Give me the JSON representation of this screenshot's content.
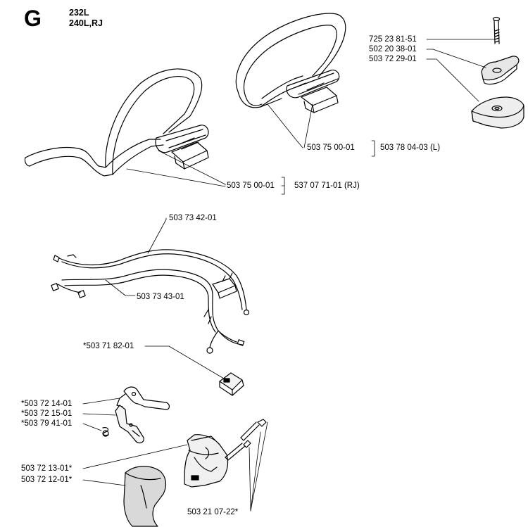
{
  "header": {
    "section_letter": "G",
    "models": [
      "232L",
      "240L,RJ"
    ]
  },
  "parts": {
    "handle_rj_part": "503 75 00-01",
    "handle_rj_assembly": "537 07 71-01 (RJ)",
    "handle_l_part": "503 75 00-01",
    "handle_l_assembly": "503 78 04-03 (L)",
    "screw": "725 23 81-51",
    "wing_nut": "502 20 38-01",
    "clamp_plate": "503 72 29-01",
    "cable_upper": "503 73 42-01",
    "cable_lower": "503 73 43-01",
    "switch": "*503 71 82-01",
    "throttle_trigger": "*503 72 14-01",
    "throttle_lockout": "*503 72 15-01",
    "spring": "*503 79 41-01",
    "handle_half_rear": "503 72 13-01*",
    "handle_half_front": "503 72 12-01*",
    "handle_screws": "503 21 07-22*"
  },
  "colors": {
    "line": "#000000",
    "background": "#ffffff",
    "shade": "#d9d9d9"
  }
}
